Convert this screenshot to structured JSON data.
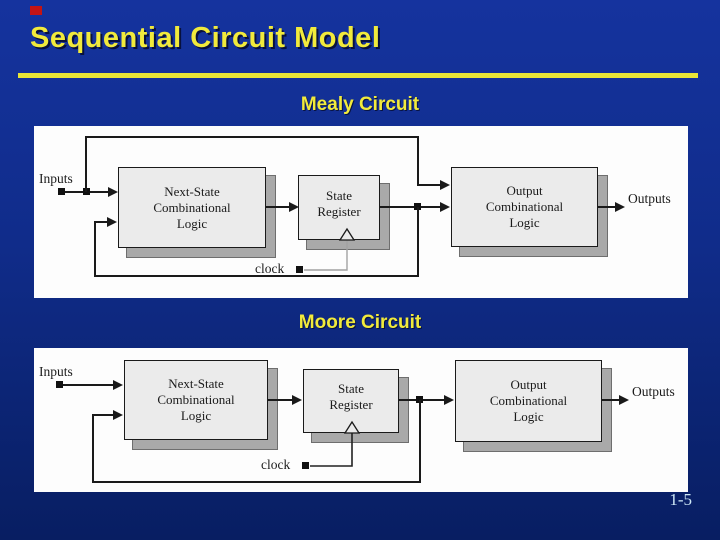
{
  "slide": {
    "title": "Sequential Circuit Model",
    "page_number": "1-5"
  },
  "colors": {
    "background_top": "#15339e",
    "background_bottom": "#081e62",
    "accent_yellow": "#f1ea3c",
    "rule_yellow": "#e9e636",
    "panel_white": "#fdfdfd",
    "box_fill": "#ebebeb",
    "box_shadow_gray": "#a9a9a9",
    "wire_black": "#1a1a1a",
    "clock_wire_gray": "#a2a2a2",
    "page_number_text": "#cfe9f7",
    "corner_mark_red": "#c41414"
  },
  "diagrams": [
    {
      "heading": "Mealy Circuit",
      "inputs_label": "Inputs",
      "outputs_label": "Outputs",
      "clock_label": "clock",
      "next_state_box": {
        "line1": "Next-State",
        "line2": "Combinational",
        "line3": "Logic"
      },
      "state_register_box": {
        "line1": "State",
        "line2": "Register"
      },
      "output_box": {
        "line1": "Output",
        "line2": "Combinational",
        "line3": "Logic"
      }
    },
    {
      "heading": "Moore Circuit",
      "inputs_label": "Inputs",
      "outputs_label": "Outputs",
      "clock_label": "clock",
      "next_state_box": {
        "line1": "Next-State",
        "line2": "Combinational",
        "line3": "Logic"
      },
      "state_register_box": {
        "line1": "State",
        "line2": "Register"
      },
      "output_box": {
        "line1": "Output",
        "line2": "Combinational",
        "line3": "Logic"
      }
    }
  ]
}
